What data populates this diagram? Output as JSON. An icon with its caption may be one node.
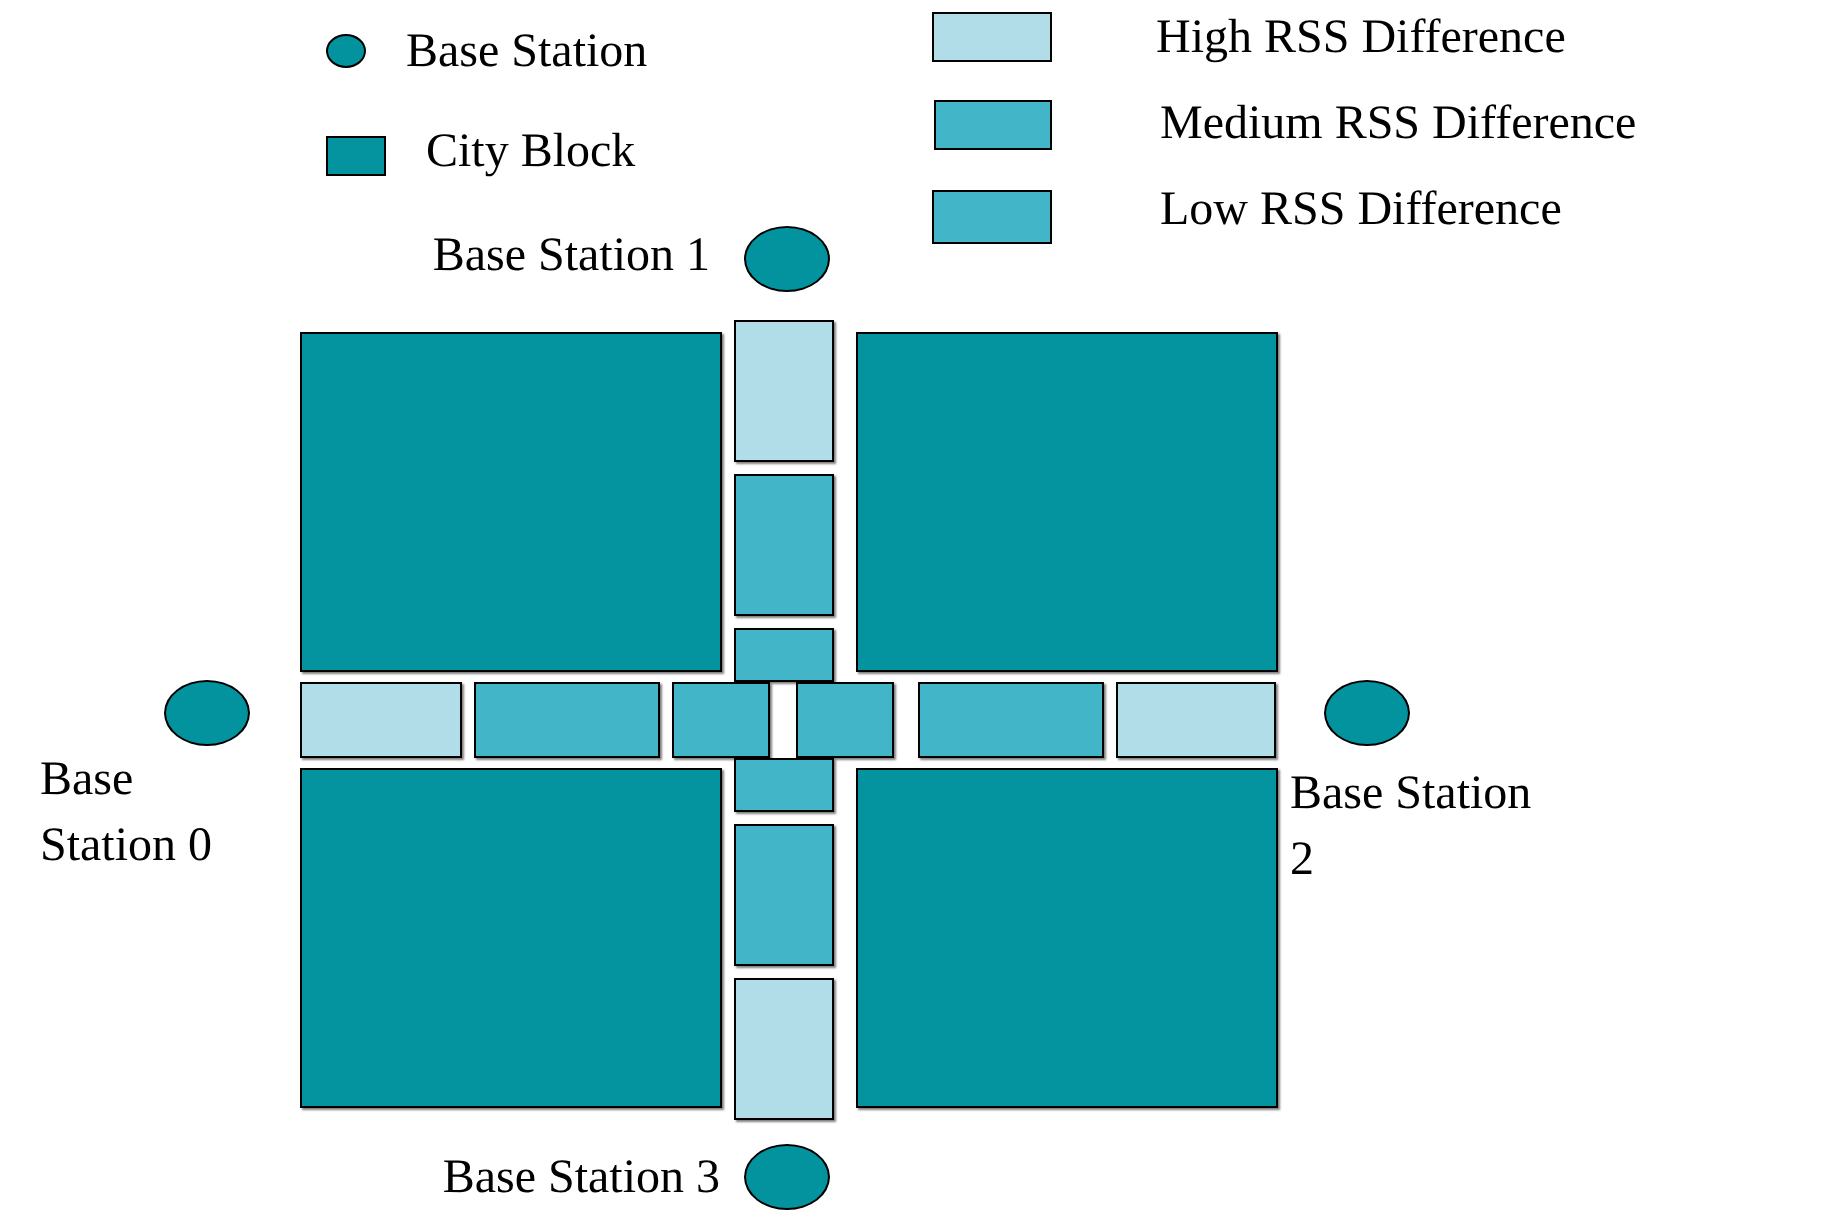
{
  "diagram": {
    "nodes": [
      {
        "text": [],
        "shape": "circle",
        "beside": [
          "Base Station 1"
        ]
      },
      {
        "text": [],
        "shape": "box"
      },
      {
        "text": [],
        "shape": "box"
      },
      {
        "text": [],
        "shape": "box"
      },
      {
        "text": [],
        "shape": "box"
      },
      {
        "text": [],
        "shape": "box"
      },
      {
        "text": [],
        "shape": "circle",
        "beside": [
          "Base Station 0"
        ]
      },
      {
        "text": [],
        "shape": "box"
      },
      {
        "text": [],
        "shape": "box"
      },
      {
        "text": [],
        "shape": "box"
      },
      {
        "text": [],
        "shape": "box"
      },
      {
        "text": [],
        "shape": "box"
      },
      {
        "text": [],
        "shape": "box"
      },
      {
        "text": [],
        "shape": "circle",
        "beside": [
          "Base Station 2"
        ]
      },
      {
        "text": [],
        "shape": "box"
      },
      {
        "text": [],
        "shape": "box"
      },
      {
        "text": [],
        "shape": "box"
      },
      {
        "text": [],
        "shape": "box"
      },
      {
        "text": [],
        "shape": "box"
      },
      {
        "text": [],
        "shape": "circle",
        "beside": [
          "Base Station 3"
        ]
      }
    ],
    "legend": [
      {
        "text": "Base Station"
      },
      {
        "text": "City Block",
        "color": "#03949f"
      },
      {
        "text": "High RSS Difference",
        "color": "#b0dde8"
      },
      {
        "text": "Medium RSS Difference",
        "color": "#42b5c8"
      },
      {
        "text": "Low RSS Difference",
        "color": "#42b5c8"
      }
    ]
  }
}
